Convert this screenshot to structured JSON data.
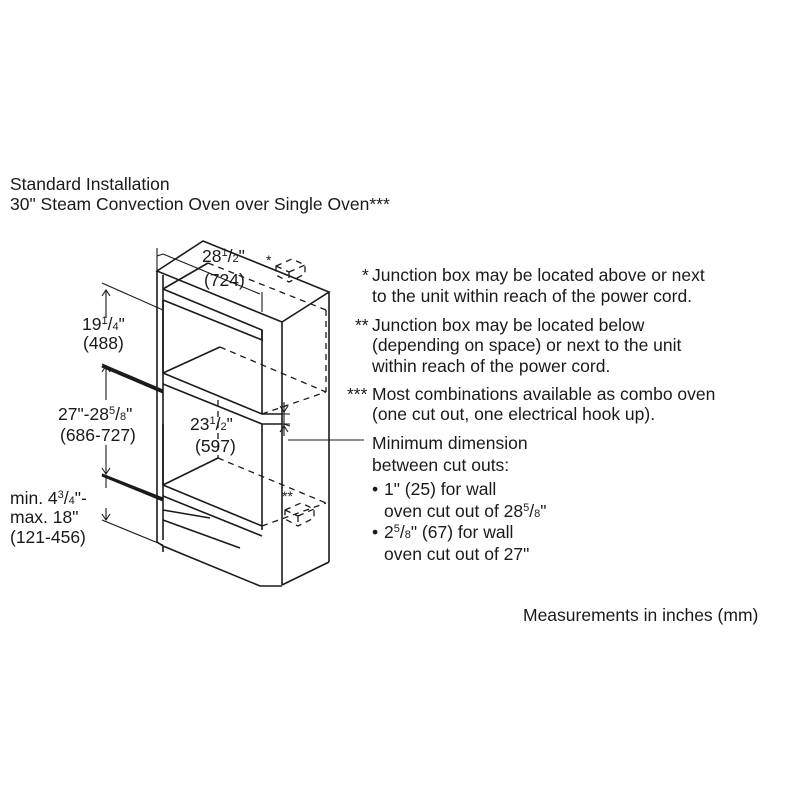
{
  "title": {
    "line1": "Standard Installation",
    "line2": "30\" Steam Convection Oven over Single Oven***"
  },
  "dims": {
    "width_top": {
      "whole": "28",
      "num": "1",
      "den": "2",
      "unit": "\"",
      "mm": "(724)"
    },
    "upper": {
      "whole": "19",
      "num": "1",
      "den": "4",
      "unit": "\"",
      "mm": "(488)"
    },
    "middle": {
      "pre": "27\"-28",
      "num": "5",
      "den": "8",
      "unit": "\"",
      "mm": "(686-727)"
    },
    "depth": {
      "whole": "23",
      "num": "1",
      "den": "2",
      "unit": "\"",
      "mm": "(597)"
    },
    "lower": {
      "pre": "min. 4",
      "num": "3",
      "den": "4",
      "post": "\"-",
      "line2": "max. 18\"",
      "mm": "(121-456)"
    }
  },
  "marks": {
    "single": "*",
    "double": "**"
  },
  "notes": {
    "n1_marker": "*",
    "n1_line1": "Junction box may be located above or next",
    "n1_line2": "to the unit within reach of the power cord.",
    "n2_marker": "**",
    "n2_line1": "Junction box may be located below",
    "n2_line2": "(depending on space) or next to the unit",
    "n2_line3": "within reach of the power cord.",
    "n3_marker": "***",
    "n3_line1": "Most combinations available as combo oven",
    "n3_line2": "(one cut out, one electrical hook up)."
  },
  "minimum": {
    "line1": "Minimum dimension",
    "line2": "between cut outs:",
    "bullet1_line1": "1\" (25) for wall",
    "bullet1_line2_pre": "oven cut out of 28",
    "bullet1_num": "5",
    "bullet1_den": "8",
    "bullet1_post": "\"",
    "bullet2_whole": "2",
    "bullet2_num": "5",
    "bullet2_den": "8",
    "bullet2_rest": "\" (67) for wall",
    "bullet2_line2": "oven cut out of 27\""
  },
  "footer": "Measurements in inches (mm)"
}
